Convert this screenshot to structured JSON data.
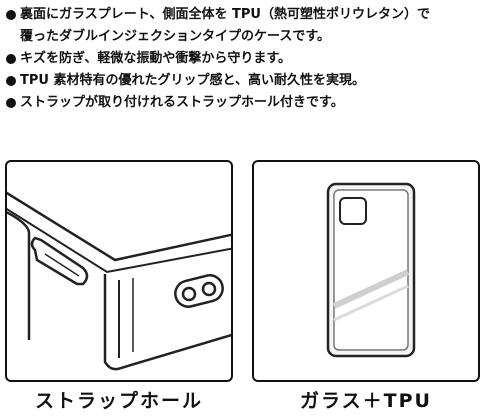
{
  "features": [
    {
      "lines": [
        "裏面にガラスプレート、側面全体を TPU（熱可塑性ポリウレタン）で",
        "覆ったダブルインジェクションタイプのケースです。"
      ]
    },
    {
      "lines": [
        "キズを防ぎ、軽微な振動や衝撃から守ります。"
      ]
    },
    {
      "lines": [
        "TPU 素材特有の優れたグリップ感と、高い耐久性を実現。"
      ]
    },
    {
      "lines": [
        "ストラップが取り付けれるストラップホール付きです。"
      ]
    }
  ],
  "panels": {
    "left_caption": "ストラップホール",
    "right_caption": "ガラス＋TPU"
  }
}
